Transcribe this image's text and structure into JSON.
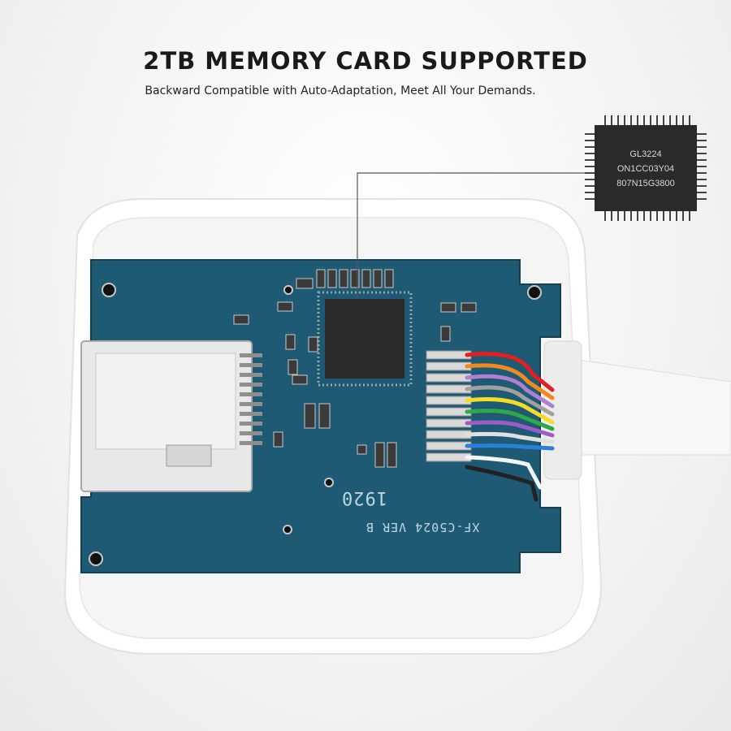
{
  "headline": "2TB MEMORY CARD SUPPORTED",
  "subline": "Backward Compatible with Auto-Adaptation, Meet All Your Demands.",
  "chip": {
    "line1": "GL3224",
    "line2": "ON1CC03Y04",
    "line3": "807N15G3800"
  },
  "board": {
    "model_label": "XF-C5024 VER B",
    "date_code": "1920"
  },
  "colors": {
    "pcb": "#1e5a74",
    "chip": "#2a2a2a",
    "case": "#ffffff"
  }
}
